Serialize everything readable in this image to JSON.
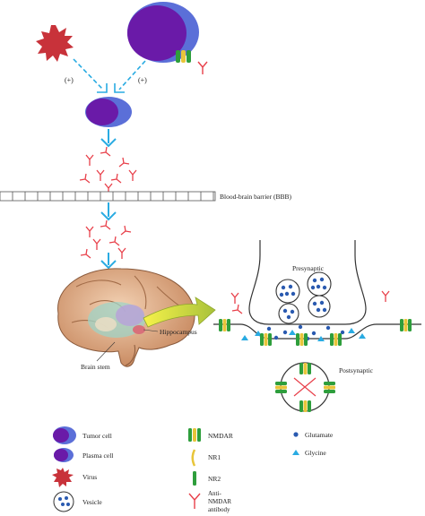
{
  "labels": {
    "plus_left": "(+)",
    "plus_right": "(+)",
    "bbb": "Blood-brain barrier (BBB)",
    "presynaptic": "Presynaptic",
    "postsynaptic": "Postsynaptic",
    "hippocampus": "Hippocampus",
    "brain_stem": "Brain stem"
  },
  "legend": {
    "tumor_cell": "Tumor cell",
    "plasma_cell": "Plasma cell",
    "virus": "Virus",
    "vesicle": "Vesicle",
    "nmdar": "NMDAR",
    "nr1": "NR1",
    "nr2": "NR2",
    "antibody_line1": "Anti-",
    "antibody_line2": "NMDAR",
    "antibody_line3": "antibody",
    "glutamate": "Glutamate",
    "glycine": "Glycine"
  },
  "colors": {
    "arrow": "#29abe2",
    "antibody": "#e8404a",
    "tumor_outer": "#5b6fd8",
    "tumor_inner": "#6a1aa8",
    "virus": "#c8323a",
    "nmdar_green": "#2e9e3c",
    "nr1_yellow": "#e8c53a",
    "glutamate": "#2a5ab0",
    "glycine": "#29abe2"
  }
}
